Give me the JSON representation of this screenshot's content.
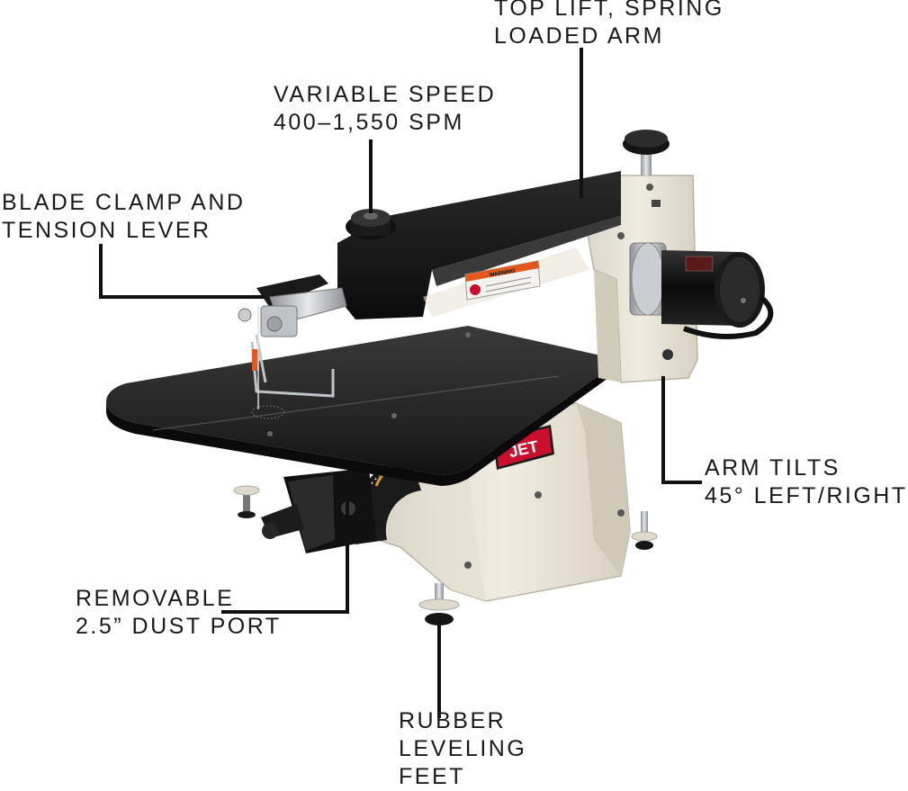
{
  "callouts": {
    "top_lift": {
      "line1": "TOP LIFT, SPRING",
      "line2": "LOADED ARM"
    },
    "variable_speed": {
      "line1": "VARIABLE SPEED",
      "line2": "400–1,550 SPM"
    },
    "blade_clamp": {
      "line1": "BLADE CLAMP AND",
      "line2": "TENSION LEVER"
    },
    "arm_tilts": {
      "line1": "ARM TILTS",
      "line2": "45° LEFT/RIGHT"
    },
    "dust_port": {
      "line1": "REMOVABLE",
      "line2": "2.5” DUST PORT"
    },
    "leveling_feet": {
      "line1": "RUBBER",
      "line2": "LEVELING",
      "line3": "FEET"
    }
  },
  "product": {
    "brand_badge": "JET",
    "warning_label": "WARNING"
  },
  "colors": {
    "body": "#ece8dc",
    "arm": "#141414",
    "table": "#2a2a2a",
    "brand_red": "#c8102e",
    "callout_line": "#111111"
  }
}
